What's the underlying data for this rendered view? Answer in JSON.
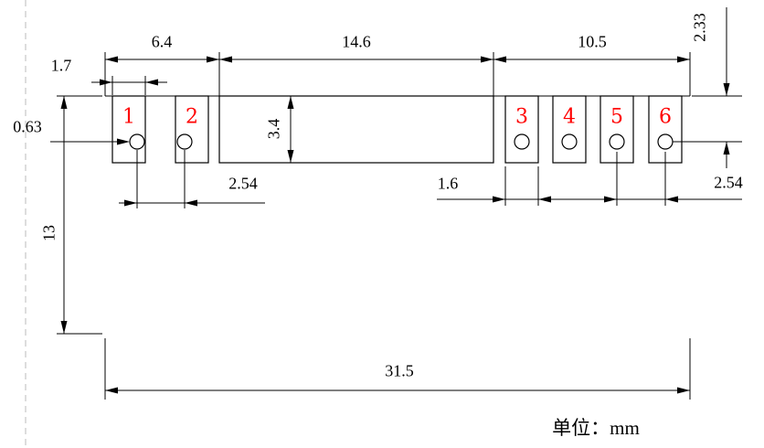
{
  "drawing": {
    "unit_note": "单位：mm",
    "pads": [
      {
        "number": "1"
      },
      {
        "number": "2"
      },
      {
        "number": "3"
      },
      {
        "number": "4"
      },
      {
        "number": "5"
      },
      {
        "number": "6"
      }
    ],
    "dimensions": {
      "top_section_left": "6.4",
      "top_section_middle": "14.6",
      "top_section_right": "10.5",
      "left_pad_width": "1.7",
      "hole_edge_offset": "0.63",
      "slot_depth": "3.4",
      "left_pad_pitch": "2.54",
      "right_pad_width": "1.6",
      "right_pad_pitch": "2.54",
      "body_height": "13",
      "overall_width": "31.5",
      "hole_center_offset": "2.33"
    },
    "colors": {
      "line": "#000000",
      "pad_number": "#ff0000",
      "guide_line": "#bbbbbb"
    }
  }
}
